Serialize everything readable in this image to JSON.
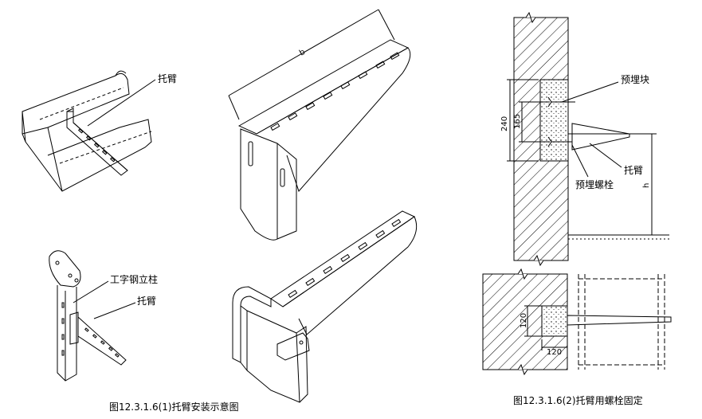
{
  "left_labels": {
    "tuobi_top": "托臂",
    "column": "工字钢立柱",
    "tuobi_bottom": "托臂",
    "dim_b": "b"
  },
  "right_labels": {
    "embedded_block": "预埋块",
    "tuobi": "托臂",
    "embedded_bolt": "预埋螺栓",
    "dim_240": "240",
    "dim_165": "165",
    "dim_120_v": "120",
    "dim_120_h": "120",
    "dim_h": "h"
  },
  "captions": {
    "left": "图12.3.1.6(1)托臂安装示意图",
    "right": "图12.3.1.6(2)托臂用螺栓固定"
  }
}
